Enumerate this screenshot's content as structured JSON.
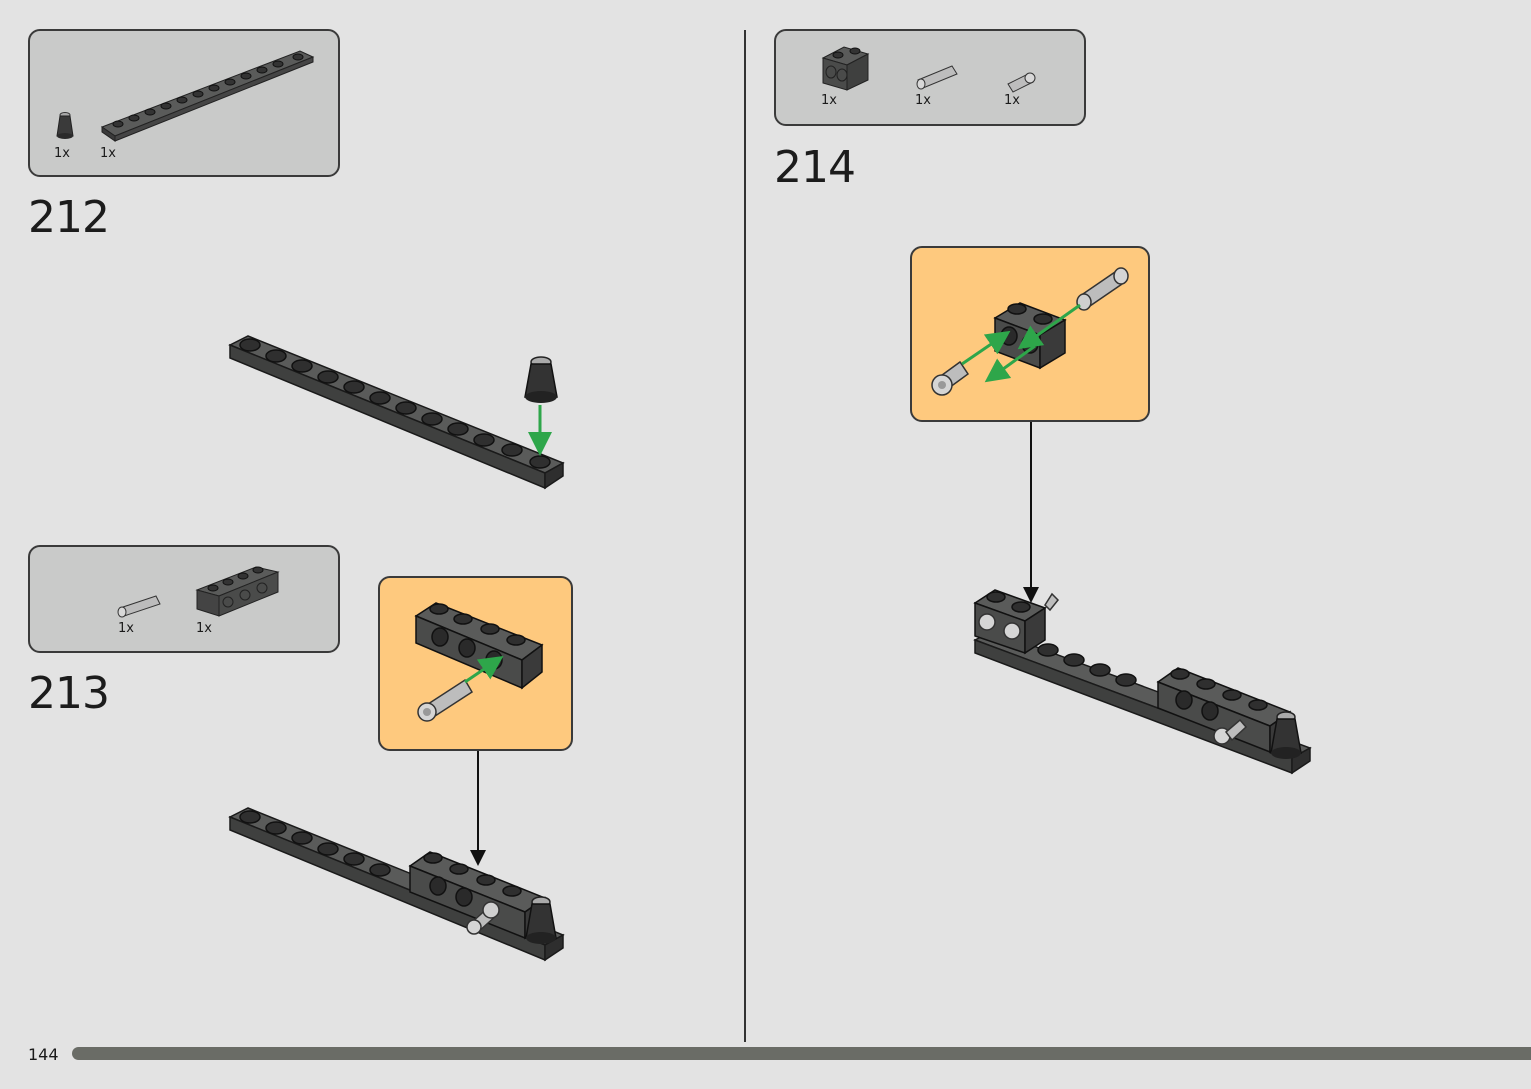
{
  "page": {
    "number": "144"
  },
  "steps": [
    {
      "number": "212",
      "parts": [
        {
          "name": "cone-piece",
          "qty": "1x"
        },
        {
          "name": "long-plate",
          "qty": "1x"
        }
      ]
    },
    {
      "number": "213",
      "parts": [
        {
          "name": "pin-connector",
          "qty": "1x"
        },
        {
          "name": "technic-brick-1x4",
          "qty": "1x"
        }
      ]
    },
    {
      "number": "214",
      "parts": [
        {
          "name": "technic-brick-1x2",
          "qty": "1x"
        },
        {
          "name": "long-pin",
          "qty": "1x"
        },
        {
          "name": "short-pin",
          "qty": "1x"
        }
      ]
    }
  ],
  "colors": {
    "background": "#e3e3e3",
    "parts_box": "#c9cac9",
    "callout": "#fec97e",
    "brick_dark": "#4a4b4a",
    "arrow_green": "#2ea64a",
    "progress": "#6a6c66"
  },
  "progress": {
    "fraction": 1.0
  }
}
